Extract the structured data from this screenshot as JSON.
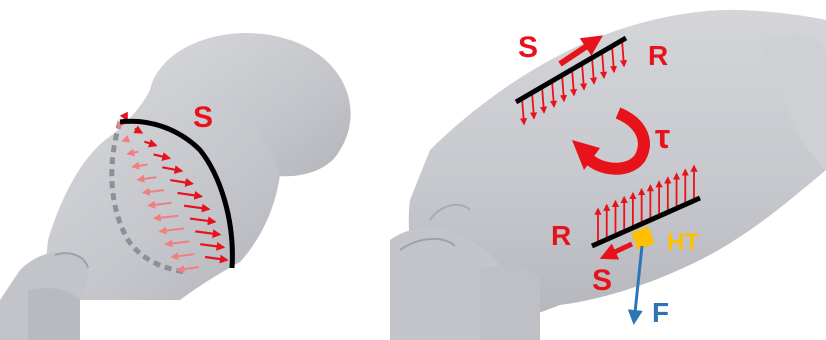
{
  "left_panel": {
    "label_shear": "S"
  },
  "right_panel": {
    "label_shear_top": "S",
    "label_reaction_top": "R",
    "label_torque": "τ",
    "label_reaction_bottom": "R",
    "label_shear_bottom": "S",
    "label_ht": "HT",
    "label_force": "F"
  },
  "colors": {
    "background": "#ffffff",
    "bone": "#c9cbd1",
    "bone_shadow": "#aeb1b8",
    "bone_highlight": "#dcdde1",
    "stress_arrow": "#e8121b",
    "faded_arrow": "#f08080",
    "plane_line": "#000000",
    "dashed_plane": "#8e9097",
    "ht_marker": "#ffc000",
    "force_arrow": "#2e75b6"
  }
}
